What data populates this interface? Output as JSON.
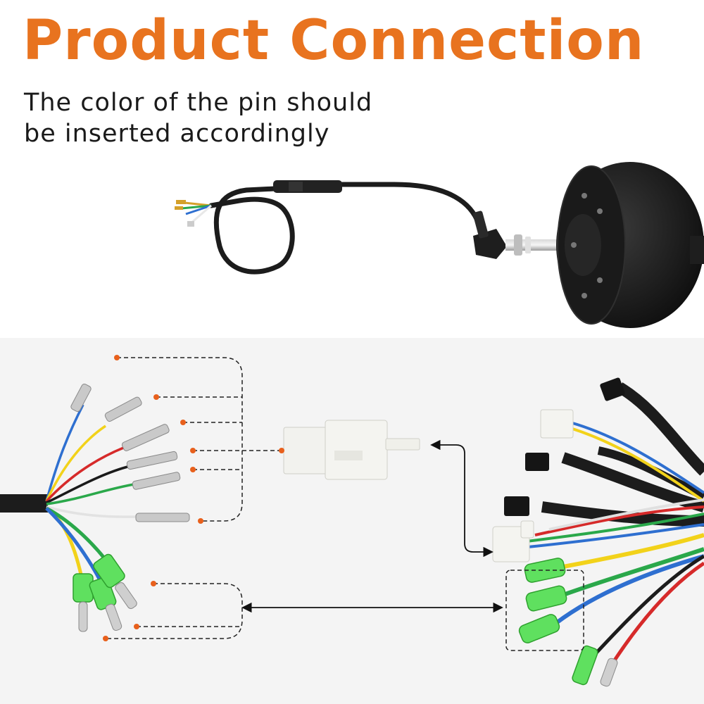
{
  "header": {
    "title": "Product Connection",
    "subtitle_line1": "The color of the pin should",
    "subtitle_line2": "be inserted accordingly"
  },
  "colors": {
    "title": "#e8731f",
    "marker": "#e8601c",
    "panel": "#f4f4f4",
    "cable": "#1c1c1c",
    "connector": "#f2f2ee",
    "green_sleeve": "#5fe05f",
    "wire_blue": "#2e6fd0",
    "wire_yellow": "#f2d21a",
    "wire_red": "#d62a2a",
    "wire_black": "#1a1a1a",
    "wire_green": "#2aa84a",
    "wire_white": "#e8e8e8"
  }
}
